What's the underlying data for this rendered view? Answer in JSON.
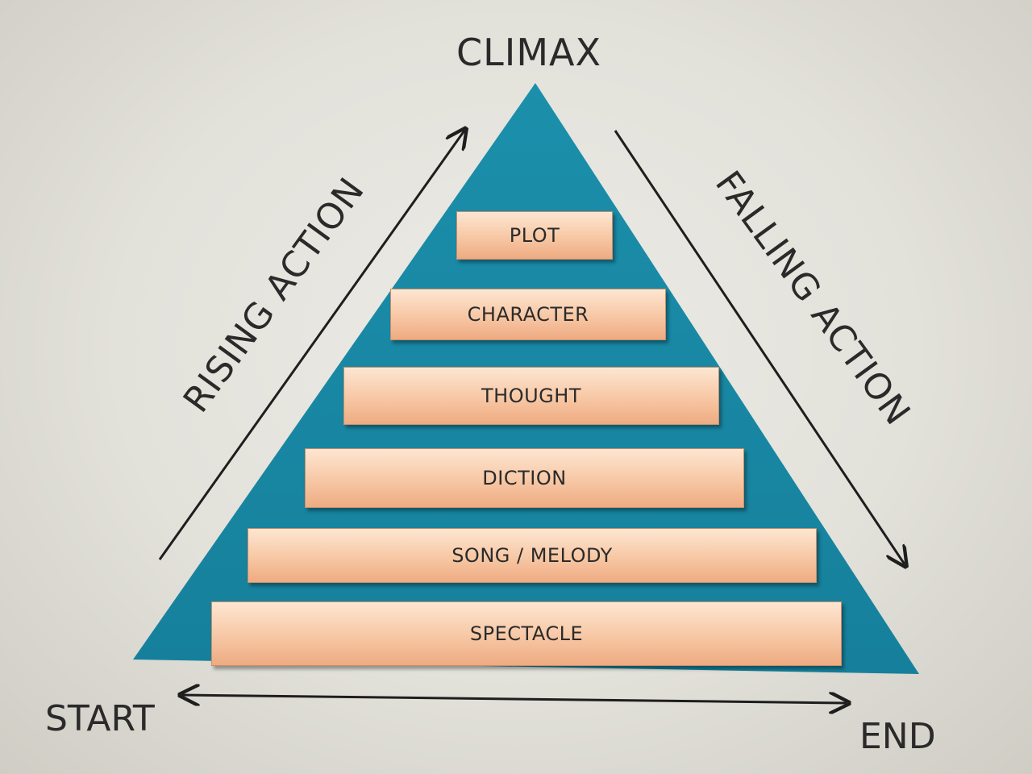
{
  "labels": {
    "climax": "CLIMAX",
    "rising_action": "RISING ACTION",
    "falling_action": "FALLING ACTION",
    "start": "START",
    "end": "END"
  },
  "tiers": [
    {
      "label": "PLOT"
    },
    {
      "label": "CHARACTER"
    },
    {
      "label": "THOUGHT"
    },
    {
      "label": "DICTION"
    },
    {
      "label": "SONG / MELODY"
    },
    {
      "label": "SPECTACLE"
    }
  ],
  "colors": {
    "pyramid": "#1a8aa6",
    "tier_fill": "#f7c7a4",
    "ink": "#2a2a2a"
  }
}
